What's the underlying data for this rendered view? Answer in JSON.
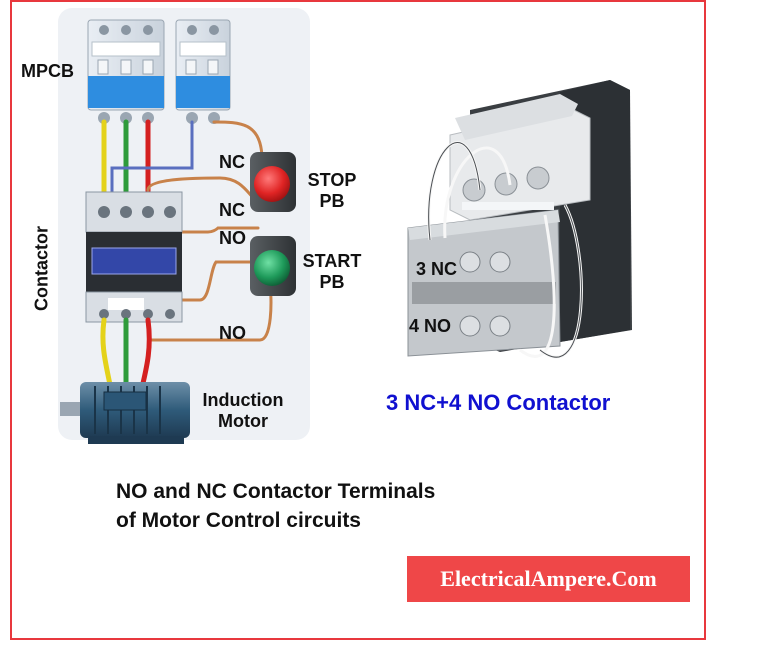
{
  "labels": {
    "mpcb": "MPCB",
    "contactor": "Contactor",
    "nc1": "NC",
    "nc2": "NC",
    "no1": "NO",
    "no2": "NO",
    "stop_pb_line1": "STOP",
    "stop_pb_line2": "PB",
    "start_pb_line1": "START",
    "start_pb_line2": "PB",
    "motor_line1": "Induction",
    "motor_line2": "Motor",
    "nc3": "3 NC",
    "no4": "4 NO",
    "contactor_title": "3 NC+4 NO Contactor",
    "caption_line1": "NO and NC Contactor Terminals",
    "caption_line2": "of Motor Control circuits",
    "brand": "ElectricalAmpere.Com"
  },
  "colors": {
    "frame": "#e8383d",
    "title_blue": "#1010d0",
    "brand_bg": "#ef4748",
    "wire_yellow": "#e4d21a",
    "wire_green": "#2e9b3a",
    "wire_red": "#d42020",
    "wire_blue": "#5a6fbf",
    "wire_copper": "#c8824a",
    "stop_button": "#e02424",
    "start_button": "#1e9a5a"
  }
}
